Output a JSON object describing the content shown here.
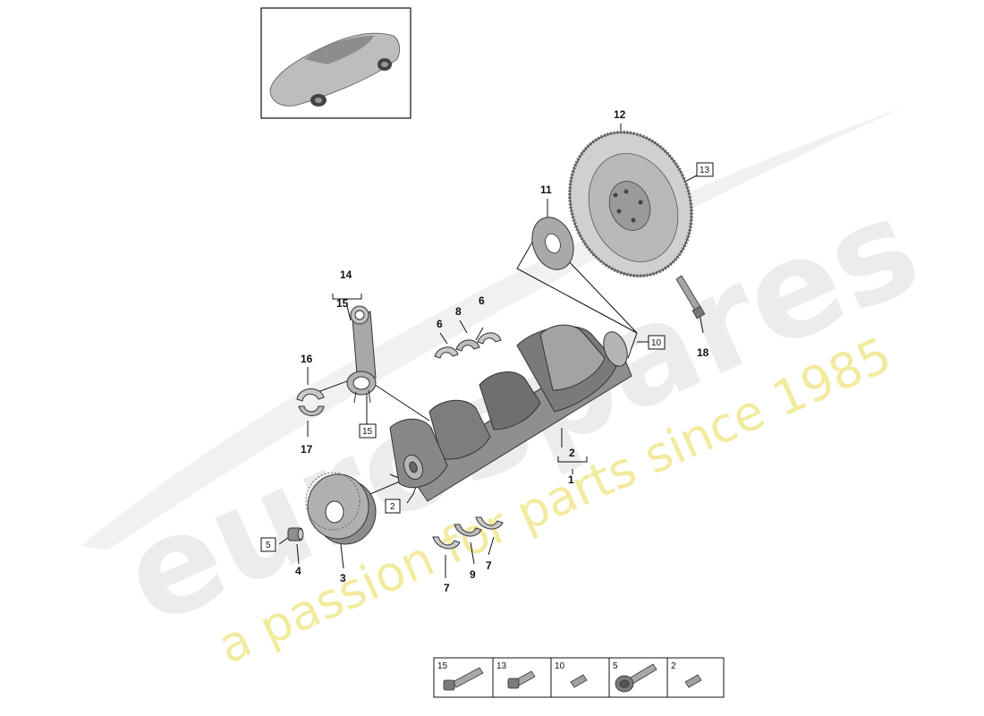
{
  "watermark": {
    "brand": "eurospares",
    "tagline": "a passion for parts since 1985"
  },
  "callouts": {
    "n1": "1",
    "n2": "2",
    "n2b": "2",
    "n3": "3",
    "n4": "4",
    "n6a": "6",
    "n6b": "6",
    "n7a": "7",
    "n7b": "7",
    "n8": "8",
    "n9": "9",
    "n11": "11",
    "n12": "12",
    "n14": "14",
    "n15": "15",
    "n16": "16",
    "n17": "17",
    "n18": "18"
  },
  "boxed_callouts": {
    "b13": "13",
    "b10": "10",
    "b15": "15",
    "b2": "2",
    "b5": "5"
  },
  "bolt_legend": [
    {
      "label": "15",
      "icon": "long-hex-bolt-icon"
    },
    {
      "label": "13",
      "icon": "hex-bolt-icon"
    },
    {
      "label": "10",
      "icon": "short-plug-bolt-icon"
    },
    {
      "label": "5",
      "icon": "flange-bolt-icon"
    },
    {
      "label": "2",
      "icon": "short-plug-bolt-icon"
    }
  ],
  "colors": {
    "line": "#111111",
    "part_fill": "#9a9a9a",
    "part_light": "#cfcfcf",
    "part_dark": "#5c5c5c",
    "watermark_grey": "#e6e6e6",
    "watermark_yellow": "#efe58a"
  }
}
